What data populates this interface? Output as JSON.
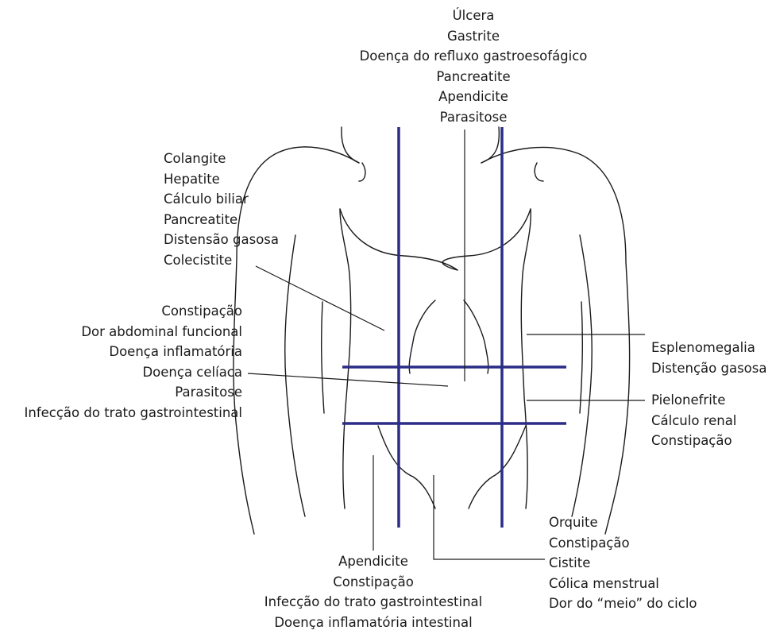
{
  "regions": {
    "top": {
      "items": [
        "Úlcera",
        "Gastrite",
        "Doença do refluxo gastroesofágico",
        "Pancreatite",
        "Apendicite",
        "Parasitose"
      ]
    },
    "upper_left": {
      "items": [
        "Colangite",
        "Hepatite",
        "Cálculo biliar",
        "Pancreatite",
        "Distensão gasosa",
        "Colecistite"
      ]
    },
    "middle_left": {
      "items": [
        "Constipação",
        "Dor abdominal funcional",
        "Doença inflamatória",
        "Doença celíaca",
        "Parasitose",
        "Infecção do trato gastrointestinal"
      ]
    },
    "upper_right": {
      "items": [
        "Esplenomegalia",
        "Distenção gasosa"
      ]
    },
    "middle_right": {
      "items": [
        "Pielonefrite",
        "Cálculo renal",
        "Constipação"
      ]
    },
    "bottom_left": {
      "items": [
        "Apendicite",
        "Constipação",
        "Infecção do trato gastrointestinal",
        "Doença inflamatória intestinal"
      ]
    },
    "bottom_right": {
      "items": [
        "Orquite",
        "Constipação",
        "Cistite",
        "Cólica menstrual",
        "Dor do “meio” do ciclo"
      ]
    }
  },
  "colors": {
    "grid_lines": "#2b2d86",
    "outline": "#1a1a1a",
    "text": "#1a1a1a"
  }
}
